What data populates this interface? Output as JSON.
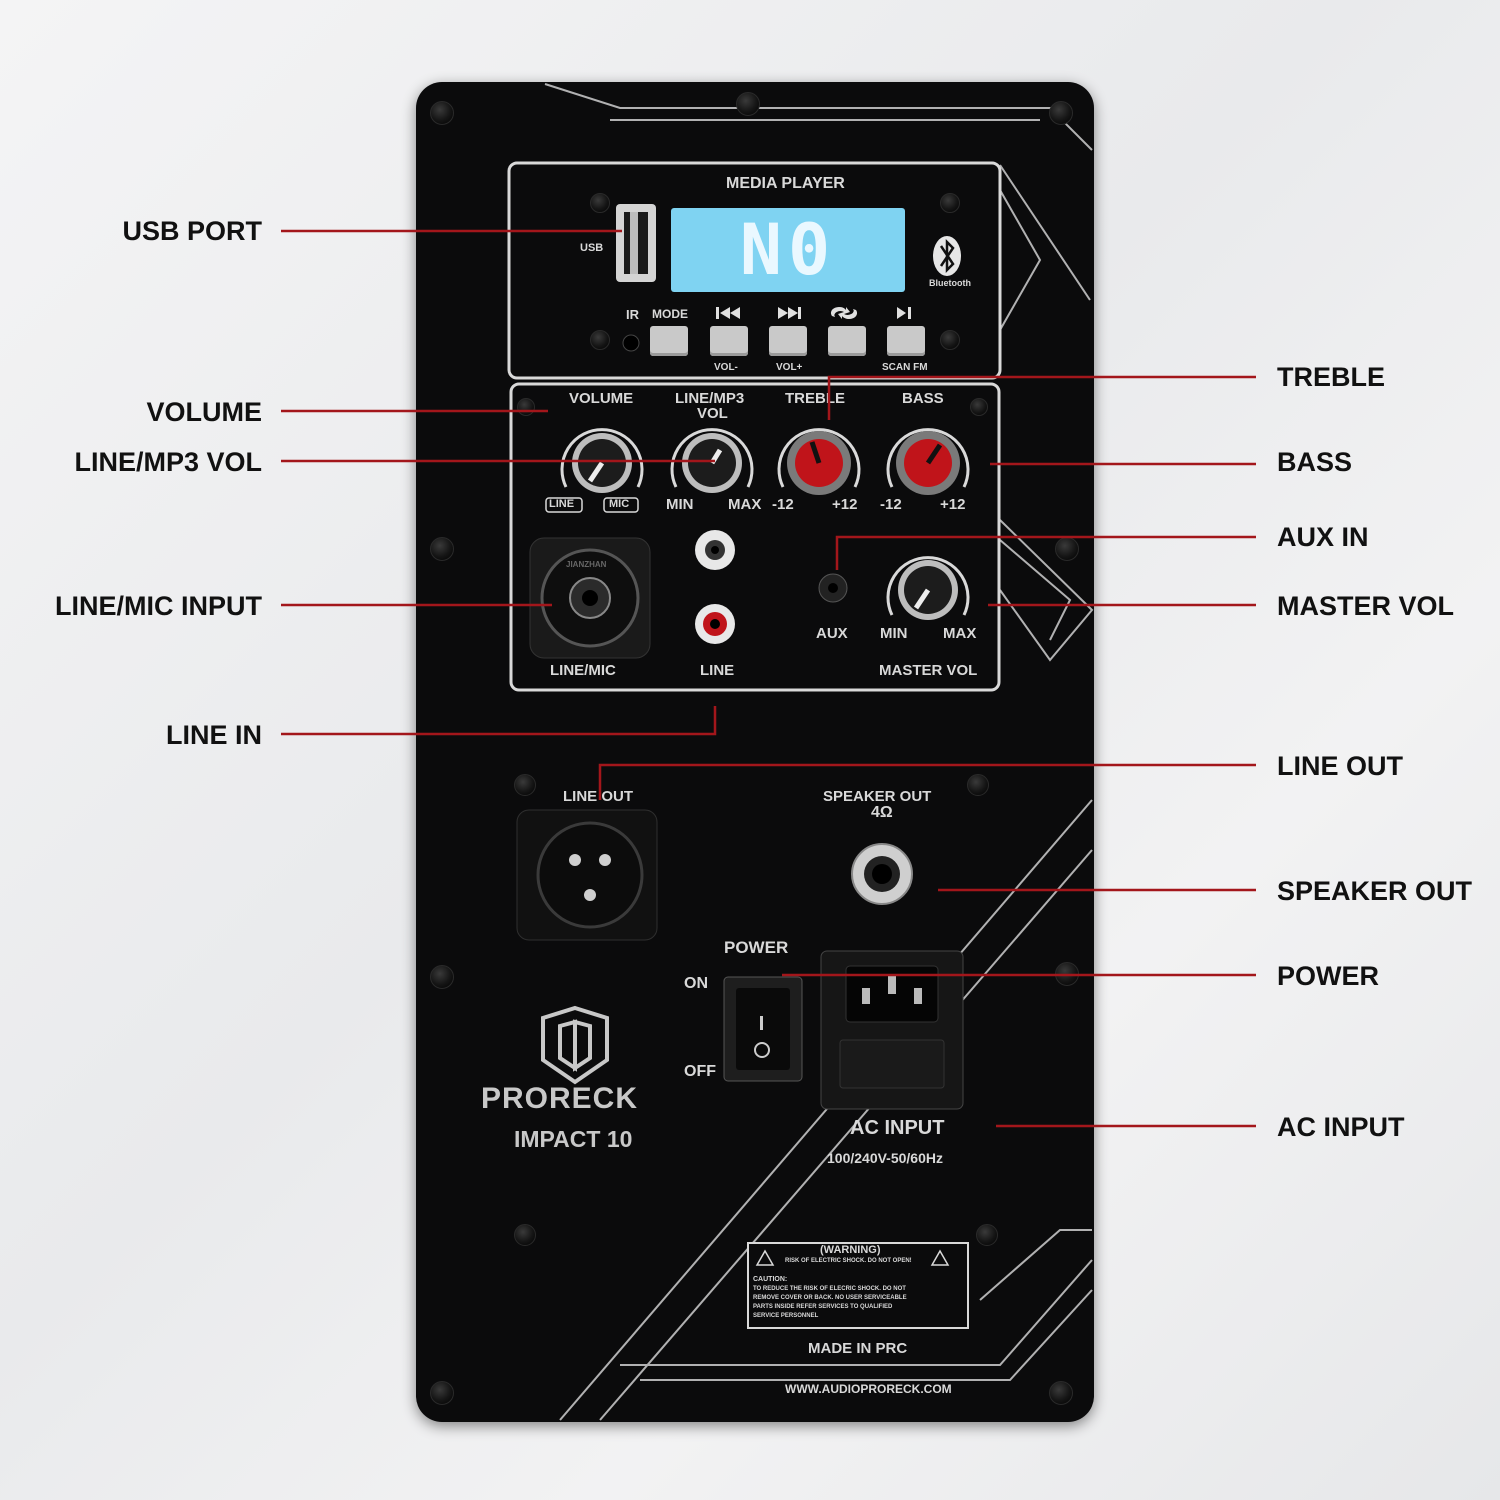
{
  "callouts": {
    "left": [
      "USB PORT",
      "VOLUME",
      "LINE/MP3 VOL",
      "LINE/MIC INPUT",
      "LINE IN"
    ],
    "right": [
      "TREBLE",
      "BASS",
      "AUX IN",
      "MASTER VOL",
      "LINE OUT",
      "SPEAKER OUT",
      "POWER",
      "AC INPUT"
    ]
  },
  "panel": {
    "media_player": "MEDIA PLAYER",
    "usb": "USB",
    "display": "N0",
    "bluetooth": "Bluetooth",
    "buttons": {
      "ir": "IR",
      "mode": "MODE",
      "vol_minus": "VOL-",
      "vol_plus": "VOL+",
      "scan_fm": "SCAN FM"
    },
    "knobs": {
      "volume": "VOLUME",
      "line": "LINE",
      "mic": "MIC",
      "line_mp3": "LINE/MP3",
      "vol": "VOL",
      "min": "MIN",
      "max": "MAX",
      "treble": "TREBLE",
      "bass": "BASS",
      "neg12": "-12",
      "pos12": "+12"
    },
    "inputs": {
      "xlr_brand": "JIANZHAN",
      "line_mic": "LINE/MIC",
      "line": "LINE",
      "aux": "AUX",
      "master_vol": "MASTER VOL"
    },
    "line_out": "LINE OUT",
    "speaker_out": "SPEAKER OUT",
    "impedance": "4Ω",
    "power": "POWER",
    "on": "ON",
    "off": "OFF",
    "ac_input": "AC INPUT",
    "ac_spec": "100/240V-50/60Hz",
    "brand": "PRORECK",
    "model": "IMPACT 10",
    "warning_title": "(WARNING)",
    "warning_line1": "RISK OF ELECTRIC SHOCK. DO NOT OPEN!",
    "caution": "CAUTION:",
    "caution_text1": "TO REDUCE THE RISK OF ELECRIC SHOCK. DO NOT",
    "caution_text2": "REMOVE COVER OR BACK. NO USER SERVICEABLE",
    "caution_text3": "PARTS INSIDE REFER SERVICES TO QUALIFIED",
    "caution_text4": "SERVICE PERSONNEL",
    "made_in": "MADE IN PRC",
    "website": "WWW.AUDIOPRORECK.COM"
  },
  "colors": {
    "leader": "#a3161b",
    "panel": "#0b0b0c",
    "lcd": "#7fd3f2",
    "knob_red": "#c0141a",
    "silkscreen": "#d9d9d9"
  }
}
